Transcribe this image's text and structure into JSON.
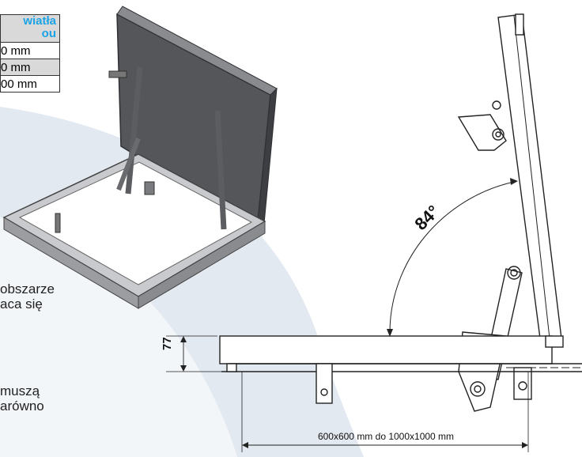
{
  "table": {
    "header_line1": "wiatła",
    "header_line2": "ou",
    "rows": [
      "0 mm",
      "0 mm",
      "00 mm"
    ]
  },
  "left_text": {
    "block1_line1": "obszarze",
    "block1_line2": "aca się",
    "block2_line1": "muszą",
    "block2_line2": "arówno"
  },
  "drawing": {
    "angle_label": "84°",
    "height_label": "77",
    "width_label": "600x600 mm do 1000x1000 mm"
  },
  "colors": {
    "header_text": "#1ba3e6",
    "lid_fill": "#5a5a5e",
    "swoosh": "#dfe6ee"
  }
}
